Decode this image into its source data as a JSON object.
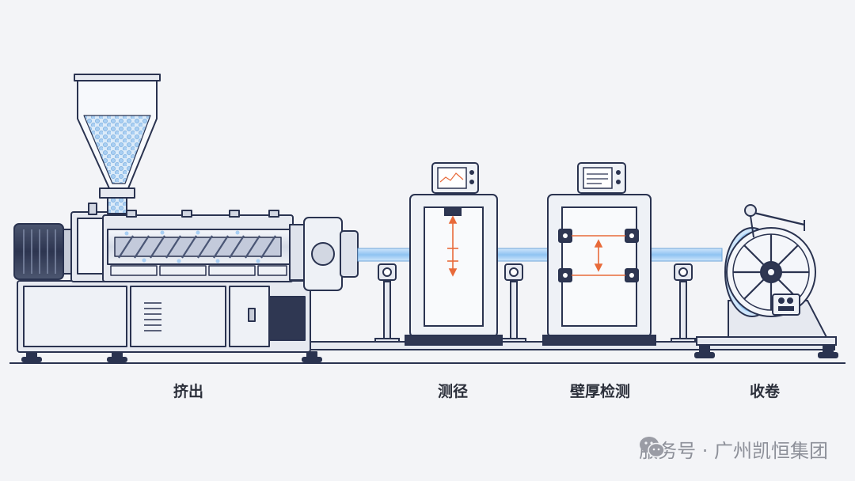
{
  "stages": [
    {
      "id": "extrusion",
      "label": "挤出"
    },
    {
      "id": "diameter",
      "label": "测径"
    },
    {
      "id": "wall-thickness",
      "label": "壁厚检测"
    },
    {
      "id": "winding",
      "label": "收卷"
    }
  ],
  "watermark": {
    "text": "服务号 · 广州凯恒集团",
    "icon": "wechat-icon"
  },
  "colors": {
    "background": "#f3f4f7",
    "outline": "#2a3350",
    "machine_fill": "#e6e9f0",
    "pipe": "#8fc3f2",
    "pellets": "#a9cff3",
    "measure": "#e86a3a"
  }
}
